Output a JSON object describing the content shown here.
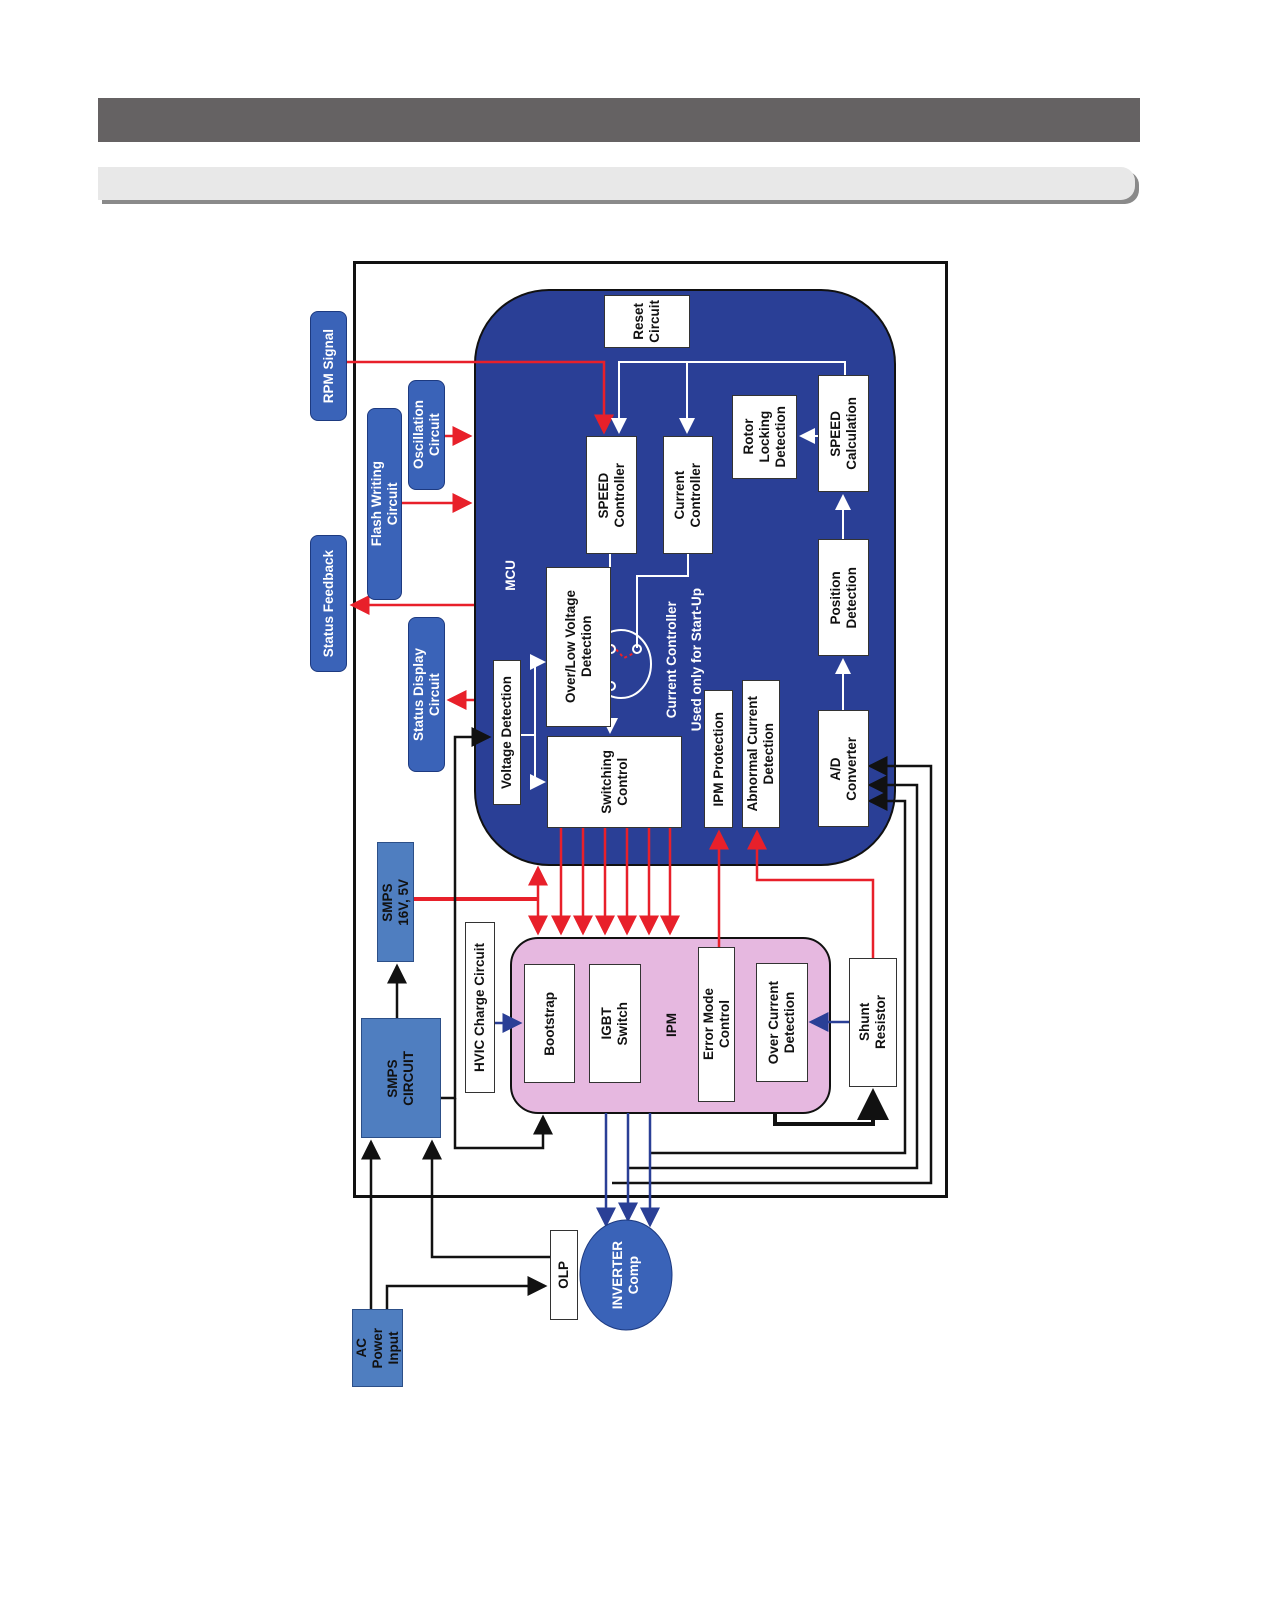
{
  "colors": {
    "header": "#656263",
    "mcu": "#2a3f96",
    "ipm": "#e6b8e0",
    "external_block": "#3a63b8",
    "smps": "#4f7ec0",
    "signal_red": "#e8202a",
    "power_blue": "#2a3f96"
  },
  "external": {
    "rpm_signal": "RPM Signal",
    "status_feedback": "Status Feedback",
    "flash_writing": "Flash Writing\nCircuit",
    "oscillation": "Oscillation\nCircuit",
    "status_display": "Status Display\nCircuit",
    "smps_out": "SMPS\n16V, 5V",
    "smps_circuit": "SMPS\nCIRCUIT",
    "hvic": "HVIC Charge Circuit",
    "shunt": "Shunt\nResistor",
    "olp": "OLP",
    "compressor": "INVERTER\nComp",
    "ac_power": "AC\nPower\nInput"
  },
  "mcu": {
    "label": "MCU",
    "reset": "Reset\nCircuit",
    "speed_controller": "SPEED\nController",
    "current_controller": "Current\nController",
    "rotor_locking": "Rotor\nLocking\nDetection",
    "speed_calc": "SPEED\nCalculation",
    "position": "Position\nDetection",
    "ad": "A/D\nConverter",
    "over_low": "Over/Low Voltage\nDetection",
    "voltage_det": "Voltage Detection",
    "switching": "Switching\nControl",
    "ipm_protection": "IPM Protection",
    "abnormal": "Abnormal Current\nDetection",
    "startup_note": "Current Controller\nUsed only for Start-Up"
  },
  "ipm": {
    "label": "IPM",
    "bootstrap": "Bootstrap",
    "igbt": "IGBT\nSwitch",
    "error_mode": "Error Mode\nControl",
    "over_current": "Over Current\nDetection"
  }
}
